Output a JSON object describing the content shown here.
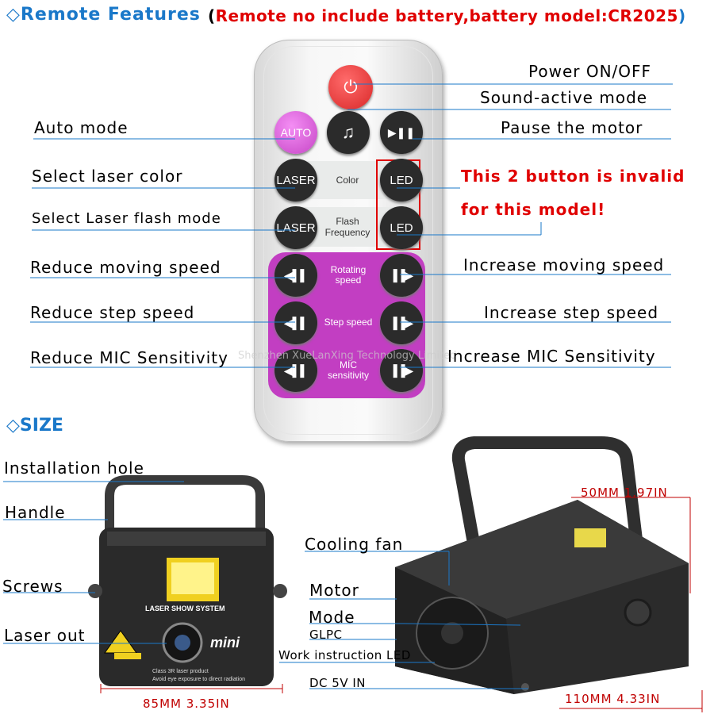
{
  "header": {
    "title": "◇Remote Features",
    "note_open": "(",
    "note": "Remote no include battery,battery model:CR2025",
    "note_close": ")"
  },
  "remote": {
    "buttons": {
      "power": "⏻",
      "auto": "AUTO",
      "sound": "♫",
      "pause": "▶❚❚",
      "laser1": "LASER",
      "laser2": "LASER",
      "led1": "LED",
      "led2": "LED",
      "reduce_move": "◀▌▌",
      "increase_move": "▐▐▶",
      "reduce_step": "◀▌▌",
      "increase_step": "▐▐▶",
      "reduce_mic": "◀▌▌",
      "increase_mic": "▐▐▶"
    },
    "panel_labels": {
      "color": "Color",
      "flash_1": "Flash",
      "flash_2": "Frequency",
      "rotating_1": "Rotating",
      "rotating_2": "speed",
      "step": "Step speed",
      "mic_1": "MIC",
      "mic_2": "sensitivity"
    },
    "watermark": "Shenzhen XueLanXing Technology Limited"
  },
  "callouts": {
    "power": "Power ON/OFF",
    "sound": "Sound-active mode",
    "auto": "Auto mode",
    "pause": "Pause the motor",
    "laser_color": "Select laser color",
    "flash_mode": "Select Laser flash mode",
    "invalid_1": "This 2 button is invalid",
    "invalid_2": "for this model!",
    "reduce_move": "Reduce moving speed",
    "increase_move": "Increase moving speed",
    "reduce_step": "Reduce step speed",
    "increase_step": "Increase step speed",
    "reduce_mic": "Reduce MIC Sensitivity",
    "increase_mic": "Increase MIC Sensitivity"
  },
  "size": {
    "title": "◇SIZE",
    "front_labels": {
      "hole": "Installation hole",
      "handle": "Handle",
      "screws": "Screws",
      "laser_out": "Laser out"
    },
    "front_device": {
      "system": "LASER SHOW SYSTEM",
      "brand": "mini",
      "class": "Class 3R laser product",
      "warning": "Avoid eye exposure to direct radiation"
    },
    "back_labels": {
      "fan": "Cooling fan",
      "motor": "Motor",
      "mode": "Mode",
      "glpc": "GLPC",
      "led": "Work instruction LED",
      "dc": "DC 5V IN"
    },
    "dims": {
      "front_width": "85MM 3.35IN",
      "back_height": "50MM 1.97IN",
      "back_length": "110MM 4.33IN"
    }
  },
  "colors": {
    "accent_blue": "#1a78c9",
    "warning_red": "#e00000",
    "panel_magenta": "#c23ec2",
    "power_red": "#e53333"
  }
}
